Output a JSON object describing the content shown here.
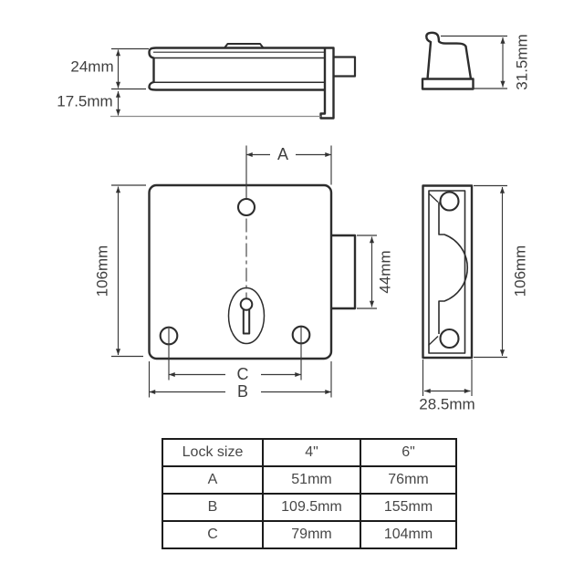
{
  "drawing": {
    "top_view": {
      "height_label": "24mm",
      "depth_label": "17.5mm"
    },
    "keep_view": {
      "height_label": "31.5mm"
    },
    "front_view": {
      "width_a_label": "A",
      "height_label": "106mm",
      "bolt_label": "44mm",
      "holes_span_label": "C",
      "width_label": "B"
    },
    "edge_view": {
      "height_label": "106mm",
      "width_label": "28.5mm"
    }
  },
  "table": {
    "headers": [
      "Lock size",
      "4\"",
      "6\""
    ],
    "rows": [
      {
        "dim": "A",
        "size4": "51mm",
        "size6": "76mm"
      },
      {
        "dim": "B",
        "size4": "109.5mm",
        "size6": "155mm"
      },
      {
        "dim": "C",
        "size4": "79mm",
        "size6": "104mm"
      }
    ]
  },
  "colors": {
    "background": "#ffffff",
    "outline": "#2d2d2d",
    "dimension_line": "#3a3a3a",
    "text": "#3f3f3f",
    "table_border": "#1c1c1c",
    "surface_line": "#8c8c8c"
  }
}
